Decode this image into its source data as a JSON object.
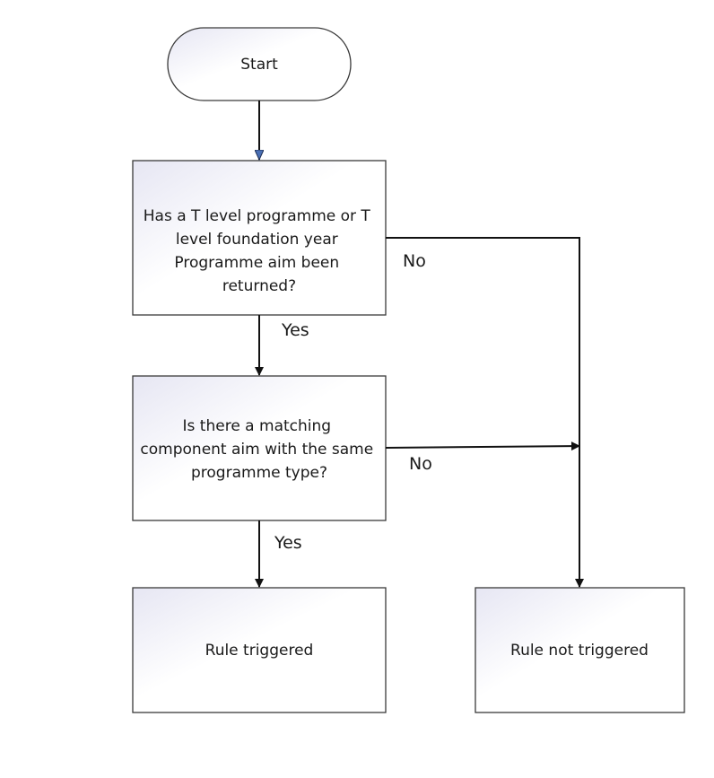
{
  "nodes": {
    "start": {
      "lines": [
        "Start"
      ]
    },
    "decision_1": {
      "lines": [
        "Has a T level programme or T",
        "level foundation year",
        "Programme aim been",
        "returned?"
      ]
    },
    "decision_2": {
      "lines": [
        "Is there a matching",
        "component aim with the same",
        "programme type?"
      ]
    },
    "rule_triggered": {
      "lines": [
        "Rule triggered"
      ]
    },
    "rule_not_triggered": {
      "lines": [
        "Rule not triggered"
      ]
    }
  },
  "edges": {
    "d1_yes": "Yes",
    "d1_no": "No",
    "d2_yes": "Yes",
    "d2_no": "No"
  },
  "colors": {
    "box_gradient_start": "#e6e6f3",
    "box_gradient_end": "#ffffff",
    "start_arrow": "#4a6fb5",
    "line": "#111111"
  }
}
